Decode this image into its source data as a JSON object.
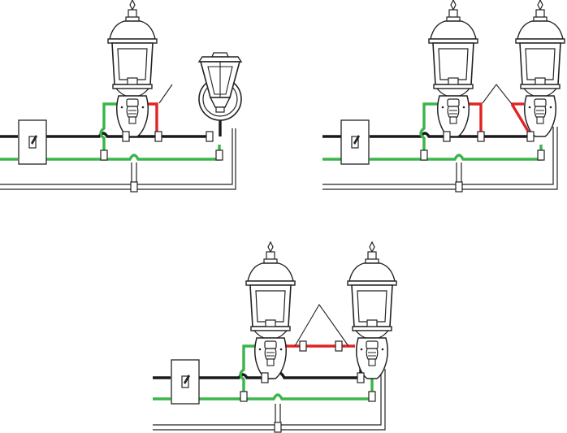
{
  "diagram": {
    "colors": {
      "black_wire": "#1a1a1a",
      "green_wire": "#3ab54a",
      "red_wire": "#e02424",
      "outline": "#222222",
      "background": "#ffffff"
    },
    "panels": [
      {
        "id": "panel-1",
        "fixtures": [
          "lantern",
          "wall-sconce"
        ]
      },
      {
        "id": "panel-2",
        "fixtures": [
          "lantern",
          "lantern"
        ]
      },
      {
        "id": "panel-3",
        "fixtures": [
          "lantern",
          "lantern"
        ]
      }
    ],
    "icons": [
      "wall-switch-icon",
      "lantern-fixture-icon",
      "wall-sconce-icon",
      "wire-nut-icon",
      "conduit-icon"
    ]
  }
}
